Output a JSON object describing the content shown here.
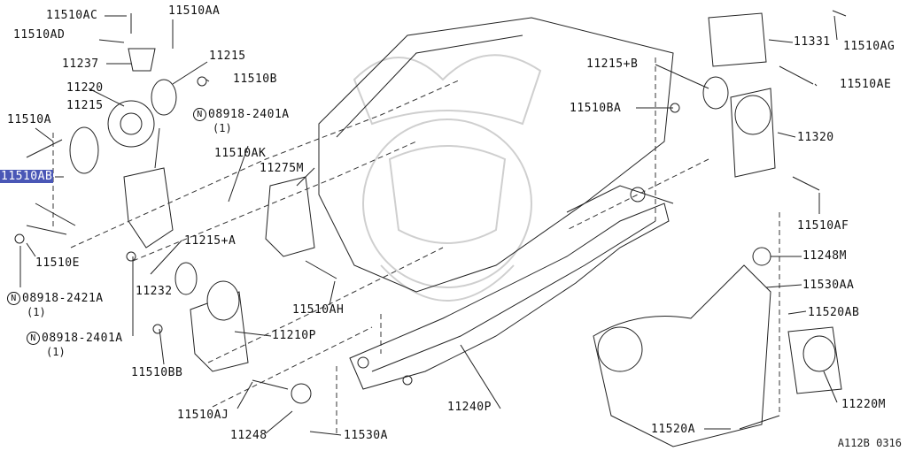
{
  "diagram_code": "A112B 0316",
  "parts": [
    {
      "id": "11510AC",
      "label": "11510AC"
    },
    {
      "id": "11510AA",
      "label": "11510AA"
    },
    {
      "id": "11510AD",
      "label": "11510AD"
    },
    {
      "id": "11237",
      "label": "11237"
    },
    {
      "id": "11215_top",
      "label": "11215"
    },
    {
      "id": "11220",
      "label": "11220"
    },
    {
      "id": "11510B",
      "label": "11510B"
    },
    {
      "id": "11510A",
      "label": "11510A"
    },
    {
      "id": "11215_left",
      "label": "11215"
    },
    {
      "id": "08918-2401A_top",
      "label": "08918-2401A",
      "qty": "(1)",
      "circled": "N"
    },
    {
      "id": "11510AB",
      "label": "11510AB",
      "selected": true
    },
    {
      "id": "11510AK",
      "label": "11510AK"
    },
    {
      "id": "11275M",
      "label": "11275M"
    },
    {
      "id": "11510E",
      "label": "11510E"
    },
    {
      "id": "11215+A",
      "label": "11215+A"
    },
    {
      "id": "11232",
      "label": "11232"
    },
    {
      "id": "08918-2421A",
      "label": "08918-2421A",
      "qty": "(1)",
      "circled": "N"
    },
    {
      "id": "11510AH",
      "label": "11510AH"
    },
    {
      "id": "11210P",
      "label": "11210P"
    },
    {
      "id": "08918-2401A_bottom",
      "label": "08918-2401A",
      "qty": "(1)",
      "circled": "N"
    },
    {
      "id": "11510BB",
      "label": "11510BB"
    },
    {
      "id": "11510AJ",
      "label": "11510AJ"
    },
    {
      "id": "11248",
      "label": "11248"
    },
    {
      "id": "11530A",
      "label": "11530A"
    },
    {
      "id": "11240P",
      "label": "11240P"
    },
    {
      "id": "11510AG",
      "label": "11510AG"
    },
    {
      "id": "11331",
      "label": "11331"
    },
    {
      "id": "11215+B",
      "label": "11215+B"
    },
    {
      "id": "11510AE",
      "label": "11510AE"
    },
    {
      "id": "11510BA",
      "label": "11510BA"
    },
    {
      "id": "11320",
      "label": "11320"
    },
    {
      "id": "11510AF",
      "label": "11510AF"
    },
    {
      "id": "11248M",
      "label": "11248M"
    },
    {
      "id": "11530AA",
      "label": "11530AA"
    },
    {
      "id": "11520AB",
      "label": "11520AB"
    },
    {
      "id": "11220M",
      "label": "11220M"
    },
    {
      "id": "11520A",
      "label": "11520A"
    }
  ],
  "colors": {
    "line": "#222222",
    "selected_bg": "#4a57b6",
    "selected_text": "#ffffff",
    "watermark": "#cfcfcf"
  }
}
